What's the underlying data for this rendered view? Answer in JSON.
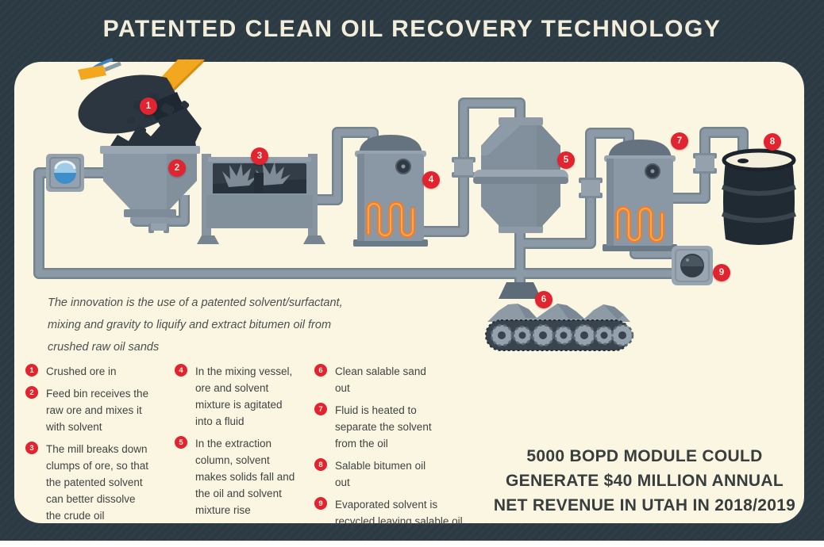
{
  "header": {
    "title": "PATENTED CLEAN OIL RECOVERY TECHNOLOGY"
  },
  "intro": {
    "text": "The innovation is the use of a patented solvent/surfactant,\nmixing and gravity to liquify and extract bitumen oil from\ncrushed raw oil sands"
  },
  "diagram": {
    "badges": [
      {
        "num": "1",
        "machine": "excavator-ore-drop"
      },
      {
        "num": "2",
        "machine": "feed-bin"
      },
      {
        "num": "3",
        "machine": "mill"
      },
      {
        "num": "4",
        "machine": "mixing-vessel"
      },
      {
        "num": "5",
        "machine": "extraction-column"
      },
      {
        "num": "6",
        "machine": "sand-conveyor"
      },
      {
        "num": "7",
        "machine": "solvent-separator-vessel"
      },
      {
        "num": "8",
        "machine": "oil-barrel"
      },
      {
        "num": "9",
        "machine": "solvent-recycler"
      }
    ]
  },
  "steps": [
    {
      "num": "1",
      "column": 1,
      "text": "Crushed ore in"
    },
    {
      "num": "2",
      "column": 1,
      "text": "Feed bin receives the\nraw ore and mixes it\nwith solvent"
    },
    {
      "num": "3",
      "column": 1,
      "text": "The mill breaks down\nclumps of ore, so that\nthe patented solvent\ncan better dissolve\nthe crude oil"
    },
    {
      "num": "4",
      "column": 2,
      "text": "In the mixing vessel,\nore and solvent\nmixture is agitated\ninto a fluid"
    },
    {
      "num": "5",
      "column": 2,
      "text": "In the extraction\ncolumn, solvent\nmakes solids fall and\nthe oil and solvent\nmixture rise"
    },
    {
      "num": "6",
      "column": 3,
      "text": "Clean salable sand\nout"
    },
    {
      "num": "7",
      "column": 3,
      "text": "Fluid is heated to\nseparate the solvent\nfrom the oil"
    },
    {
      "num": "8",
      "column": 3,
      "text": "Salable bitumen oil\nout"
    },
    {
      "num": "9",
      "column": 3,
      "text": "Evaporated solvent is\nrecycled leaving salable oil"
    }
  ],
  "revenue": {
    "text": "5000 BOPD MODULE COULD\nGENERATE $40 MILLION ANNUAL\nNET REVENUE IN UTAH IN 2018/2019"
  },
  "colors": {
    "background": "#2c3a43",
    "panel": "#faf6e1",
    "accent_red": "#e12430",
    "title_text": "#f3eedb",
    "body_text": "#3f4444",
    "machine_gray": "#8a97a4",
    "pipe_gray": "#8b9aa6",
    "dark_ore": "#28323d",
    "coil_orange": "#ee7d2c",
    "excavator_yellow": "#f2a71f",
    "solvent_blue": "#3e8ec9"
  }
}
